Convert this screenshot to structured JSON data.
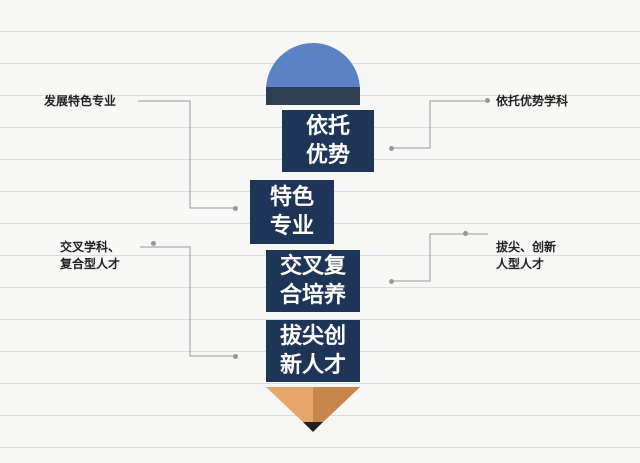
{
  "pencil": {
    "eraser_color": "#5b82c4",
    "ferrule_color": "#2d3d54",
    "body_color": "#1f3558",
    "wood_color": "#e6a66a",
    "lead_color": "#222222"
  },
  "blocks": [
    {
      "line1": "依托",
      "line2": "优势"
    },
    {
      "line1": "特色",
      "line2": "专业"
    },
    {
      "line1": "交叉复",
      "line2": "合培养"
    },
    {
      "line1": "拔尖创",
      "line2": "新人才"
    }
  ],
  "labels": {
    "left_top": "发展特色专业",
    "left_bottom_1": "交叉学科、",
    "left_bottom_2": "复合型人才",
    "right_top": "依托优势学科",
    "right_bottom_1": "拔尖、创新",
    "right_bottom_2": "人型人才"
  }
}
